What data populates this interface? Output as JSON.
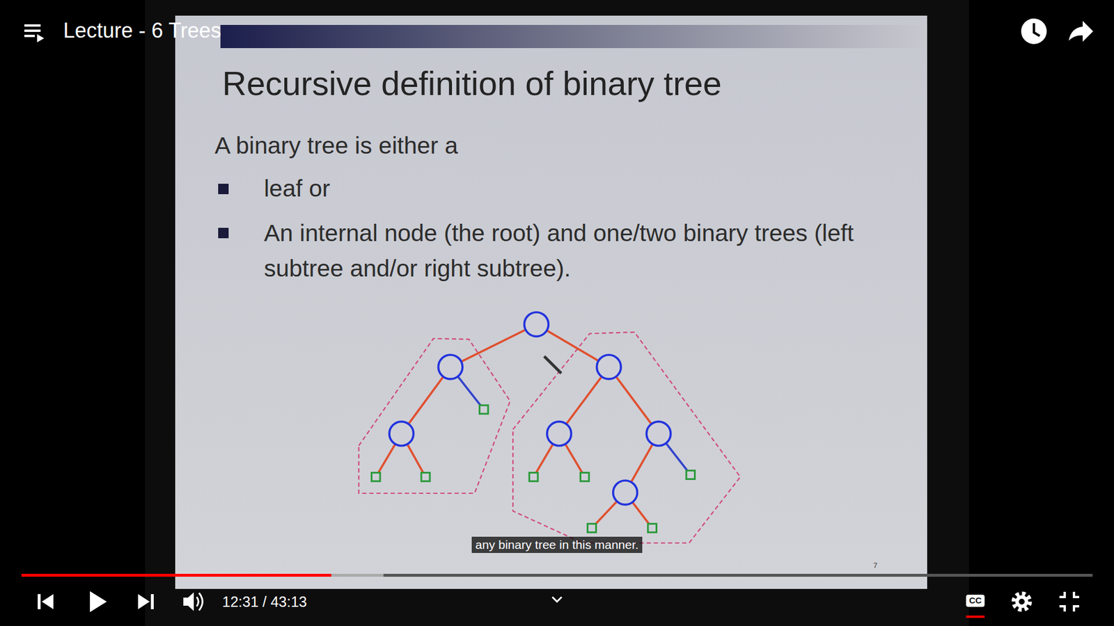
{
  "diagram": {
    "title": "Recursive definition of binary tree",
    "caption": "any binary tree in this manner.",
    "labels": [
      "Lecture - 6 Trees",
      "A binary tree is either a",
      "leaf or",
      "An internal node (the root) and one/two binary trees (left subtree and/or right subtree).",
      "12:31 / 43:13",
      "CC",
      "7"
    ]
  }
}
